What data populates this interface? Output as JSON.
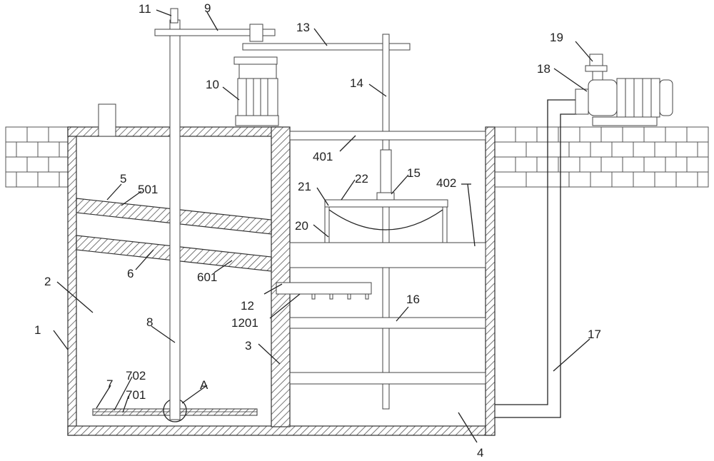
{
  "labels": {
    "l1": "1",
    "l2": "2",
    "l3": "3",
    "l4": "4",
    "l5": "5",
    "l501": "501",
    "l6": "6",
    "l601": "601",
    "l7": "7",
    "l701": "701",
    "l702": "702",
    "l8": "8",
    "l9": "9",
    "l10": "10",
    "l11": "11",
    "l12": "12",
    "l1201": "1201",
    "l13": "13",
    "l14": "14",
    "l15": "15",
    "l16": "16",
    "l17": "17",
    "l18": "18",
    "l19": "19",
    "l20": "20",
    "l21": "21",
    "l22": "22",
    "l401": "401",
    "l402": "402",
    "lA": "A"
  },
  "colors": {
    "line": "#222222",
    "hatch": "#555555",
    "background": "#ffffff"
  }
}
